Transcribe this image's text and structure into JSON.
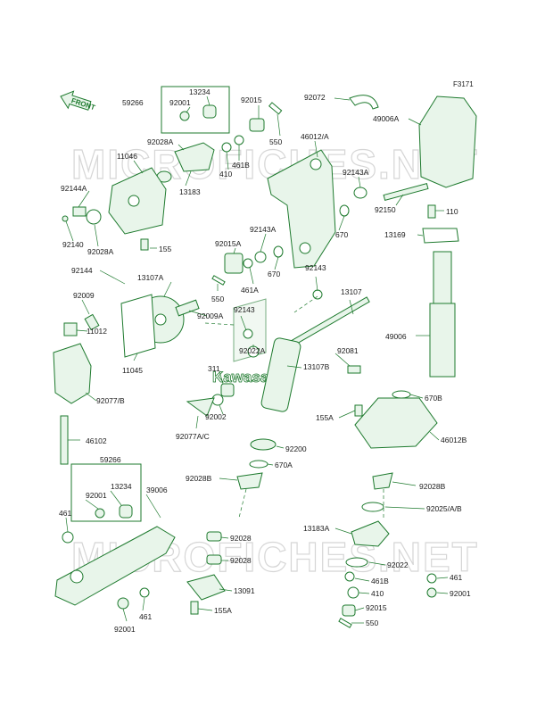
{
  "figure_id": "F3171",
  "front_label": "FRONT",
  "watermark_text": "MICROFICHES.NET",
  "logo_text": "Kawasaki",
  "colors": {
    "line": "#1e7a2e",
    "fill": "#e8f5ea",
    "text": "#1a1a1a",
    "watermark": "#d6d6d6"
  },
  "callouts": {
    "l13234a": "13234",
    "l59266a": "59266",
    "l92001a": "92001",
    "l92015a": "92015",
    "l92072": "92072",
    "l49006a": "49006A",
    "l92028a1": "92028A",
    "l46012a": "46012/A",
    "l550a": "550",
    "l461ba": "461B",
    "l410a": "410",
    "l11046": "11046",
    "l13183": "13183",
    "l92143a1": "92143A",
    "l92144a": "92144A",
    "l92150": "92150",
    "l110": "110",
    "l670a": "670",
    "l92140": "92140",
    "l92028a2": "92028A",
    "l155": "155",
    "l92015b": "92015A",
    "l92143a2": "92143A",
    "l13169": "13169",
    "l92144": "92144",
    "l13107a": "13107A",
    "l670b": "670",
    "l92143b": "92143",
    "l550b": "550",
    "l461a": "461A",
    "l92009": "92009",
    "l92009a": "92009A",
    "l92143c": "92143",
    "l13107": "13107",
    "l11012": "11012",
    "l11045": "11045",
    "l92022a": "92022A",
    "l92081": "92081",
    "l49006": "49006",
    "l311": "311",
    "l13107b": "13107B",
    "l92077b": "92077/B",
    "l670bb": "670B",
    "l92002": "92002",
    "l155a1": "155A",
    "l46102": "46102",
    "l92077ac": "92077A/C",
    "l46012b": "46012B",
    "l92200": "92200",
    "l59266b": "59266",
    "l670a2": "670A",
    "l92028b1": "92028B",
    "l39006": "39006",
    "l13234b": "13234",
    "l92028b2": "92028B",
    "l92001b": "92001",
    "l92025": "92025/A/B",
    "l461b": "461",
    "l13183a": "13183A",
    "l92028c": "92028",
    "l92028d": "92028",
    "l92022": "92022",
    "l461c": "461",
    "l461bb": "461B",
    "l13091": "13091",
    "l92001c": "92001",
    "l410b": "410",
    "l155a2": "155A",
    "l461d": "461",
    "l92015c": "92015",
    "l92001d": "92001",
    "l550c": "550"
  }
}
